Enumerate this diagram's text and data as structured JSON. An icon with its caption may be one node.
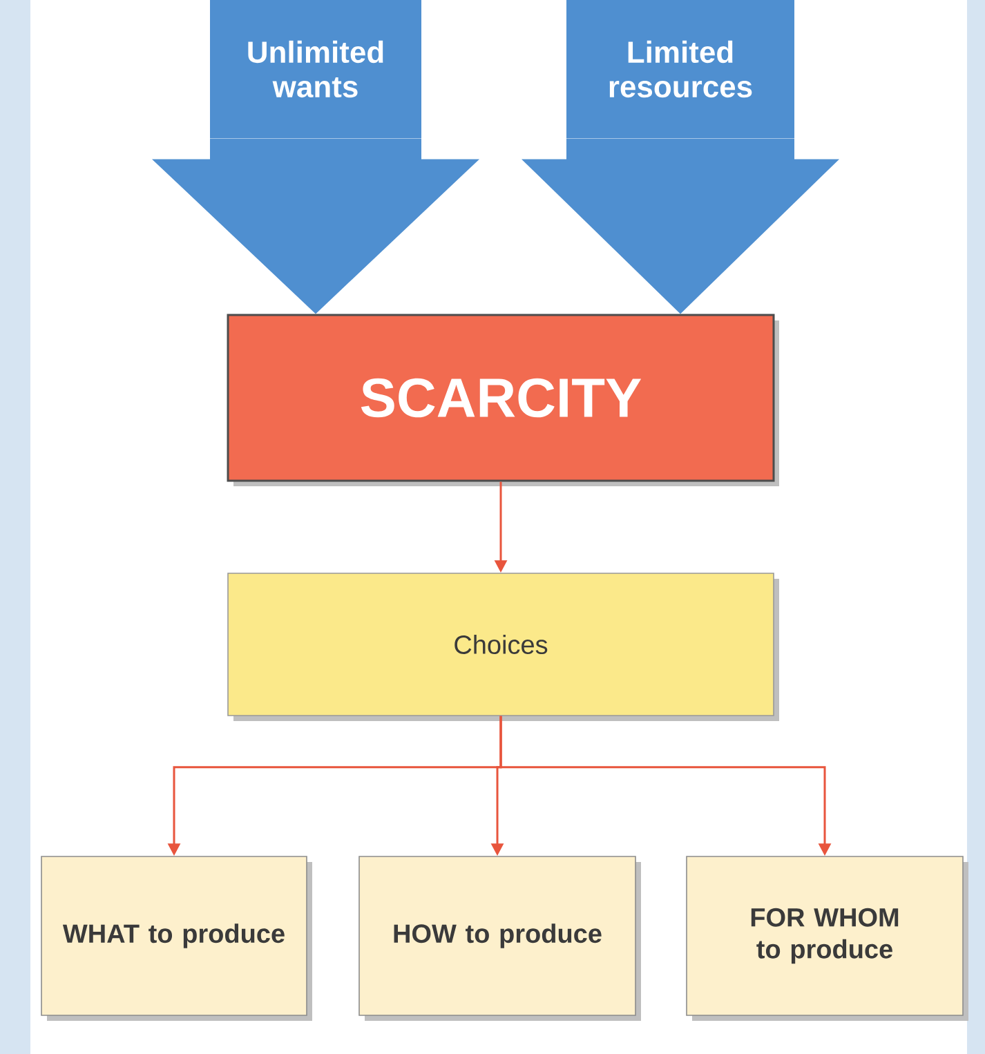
{
  "diagram": {
    "nodes": [
      {
        "text": [
          "Unlimited wants"
        ]
      },
      {
        "text": [
          "Limited resources"
        ]
      },
      {
        "text": [
          "SCARCITY"
        ]
      },
      {
        "text": [
          "Choices"
        ]
      },
      {
        "text": [
          "WHAT to produce"
        ]
      },
      {
        "text": [
          "HOW to produce"
        ]
      },
      {
        "text": [
          "FOR WHOM to produce"
        ]
      }
    ],
    "edges": [
      {
        "from": 0,
        "to": 2,
        "arrow": "to",
        "style": "thick",
        "color": "#4f8fd0"
      },
      {
        "from": 1,
        "to": 2,
        "arrow": "to",
        "style": "thick",
        "color": "#4f8fd0"
      },
      {
        "from": 2,
        "to": 3,
        "arrow": "to"
      },
      {
        "from": 3,
        "to": 4,
        "arrow": "to"
      },
      {
        "from": 3,
        "to": 5,
        "arrow": "to"
      },
      {
        "from": 3,
        "to": 6,
        "arrow": "to"
      }
    ]
  }
}
